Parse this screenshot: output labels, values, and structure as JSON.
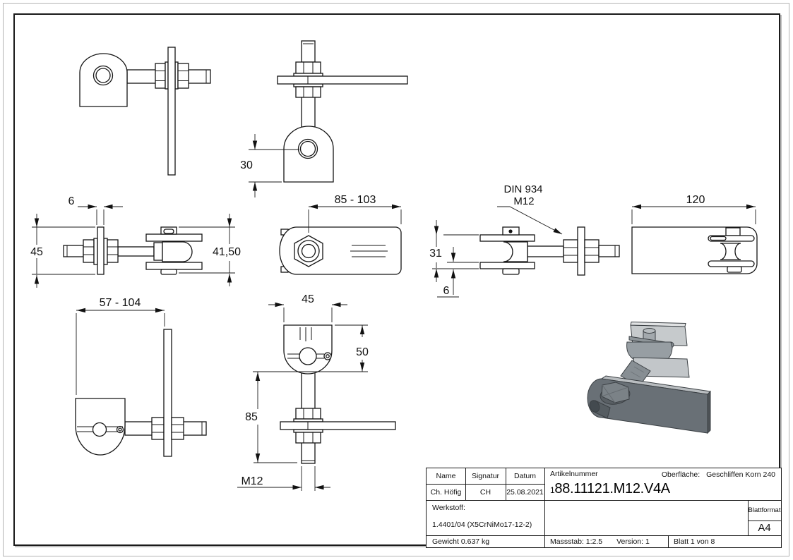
{
  "drawing": {
    "views": {
      "top_middle": {
        "dim_height": "30"
      },
      "middle_left": {
        "dim_thickness": "6",
        "dim_plate_height": "45",
        "dim_clevis_height": "41,50"
      },
      "middle_center": {
        "dim_range": "85 - 103"
      },
      "middle_right": {
        "note_line1": "DIN 934",
        "note_line2": "M12",
        "dim_gap": "31",
        "dim_thickness": "6"
      },
      "right": {
        "dim_length": "120"
      },
      "bottom_left": {
        "dim_range": "57 - 104"
      },
      "bottom_middle": {
        "dim_width": "45",
        "dim_head_height": "50",
        "dim_shaft_length": "85",
        "dim_thread": "M12"
      }
    }
  },
  "title_block": {
    "name_label": "Name",
    "signature_label": "Signatur",
    "date_label": "Datum",
    "name_value": "Ch. Höfig",
    "signature_value": "CH",
    "date_value": "25.08.2021",
    "article_label": "Artikelnummer",
    "article_prefix": "1",
    "article_number": "88.11121.M12.V4A",
    "surface_label": "Oberfläche:",
    "surface_value": "Geschliffen Korn 240",
    "material_label": "Werkstoff:",
    "material_value": "1.4401/04 (X5CrNiMo17-12-2)",
    "weight_text": "Gewicht 0.637 kg",
    "scale_text": "Massstab: 1:2.5",
    "version_text": "Version: 1",
    "sheet_text": "Blatt 1 von 8",
    "format_label": "Blattformat",
    "format_value": "A4"
  },
  "colors": {
    "line": "#141414",
    "plate_dark": "#697076",
    "clamp_light": "#c6cacc",
    "steel_mid": "#979ea3"
  }
}
